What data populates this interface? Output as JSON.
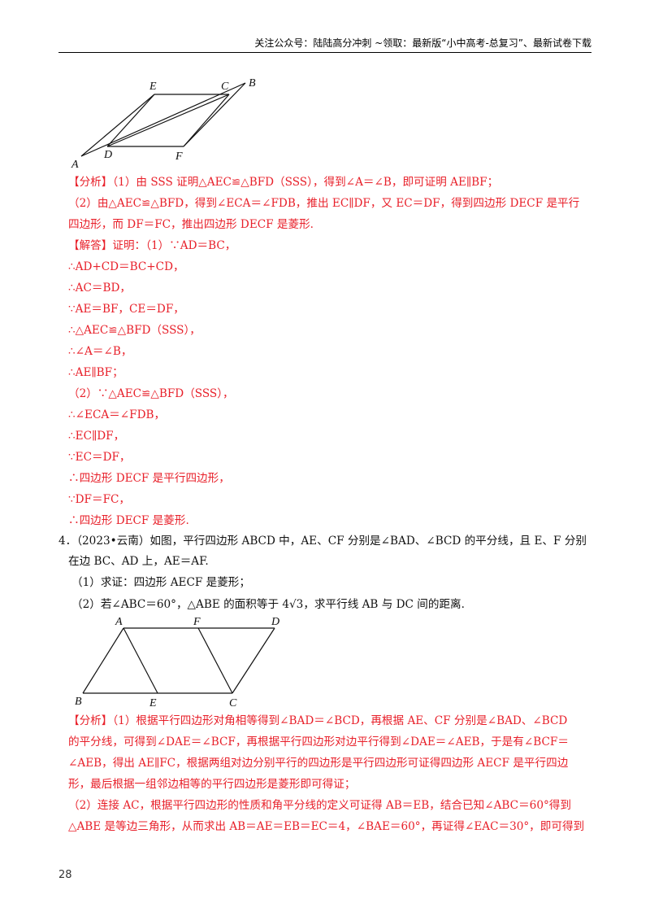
{
  "header": {
    "text": "关注公众号：陆陆高分冲刺   ~领取：最新版“小中高考-总复习”、最新试卷下载"
  },
  "figure1": {
    "labels": {
      "A": "A",
      "B": "B",
      "C": "C",
      "D": "D",
      "E": "E",
      "F": "F"
    }
  },
  "solution3": {
    "analysis": {
      "line1": "【分析】（1）由 SSS 证明△AEC≌△BFD（SSS），得到∠A＝∠B，即可证明 AE∥BF；",
      "line2": "（2）由△AEC≌△BFD，得到∠ECA＝∠FDB，推出 EC∥DF，又 EC＝DF，得到四边形 DECF 是平行",
      "line3": "四边形，而 DF＝FC，推出四边形 DECF 是菱形."
    },
    "answer": [
      "【解答】证明：（1）∵AD＝BC，",
      "∴AD+CD＝BC+CD，",
      "∴AC＝BD，",
      "∵AE＝BF，CE＝DF，",
      "∴△AEC≌△BFD（SSS），",
      "∴∠A＝∠B，",
      "∴AE∥BF；",
      "（2）∵△AEC≌△BFD（SSS），",
      "∴∠ECA＝∠FDB，",
      "∴EC∥DF，",
      "∵EC＝DF，",
      "∴四边形 DECF 是平行四边形，",
      "∵DF＝FC，",
      "∴四边形 DECF 是菱形."
    ]
  },
  "problem4": {
    "line1": "4．（2023•云南）如图，平行四边形 ABCD 中，AE、CF 分别是∠BAD、∠BCD 的平分线，且 E、F 分别",
    "line2": "在边 BC、AD 上，AE＝AF.",
    "part1": "（1）求证：四边形 AECF 是菱形；",
    "part2": "（2）若∠ABC＝60°，△ABE 的面积等于 4√3，求平行线 AB 与 DC 间的距离."
  },
  "figure2": {
    "labels": {
      "A": "A",
      "B": "B",
      "C": "C",
      "D": "D",
      "E": "E",
      "F": "F"
    }
  },
  "solution4": {
    "analysis": [
      "【分析】（1）根据平行四边形对角相等得到∠BAD＝∠BCD，再根据 AE、CF 分别是∠BAD、∠BCD",
      "的平分线，可得到∠DAE＝∠BCF，再根据平行四边形对边平行得到∠DAE＝∠AEB，于是有∠BCF＝",
      "∠AEB，得出 AE∥FC，根据两组对边分别平行的四边形是平行四边形可证得四边形 AECF 是平行四边",
      "形，最后根据一组邻边相等的平行四边形是菱形即可得证；",
      "（2）连接 AC，根据平行四边形的性质和角平分线的定义可证得 AB＝EB，结合已知∠ABC＝60°得到",
      "△ABE 是等边三角形，从而求出 AB＝AE＝EB＝EC＝4，∠BAE＝60°，再证得∠EAC＝30°，即可得到"
    ]
  },
  "footer": {
    "page_number": "28"
  }
}
